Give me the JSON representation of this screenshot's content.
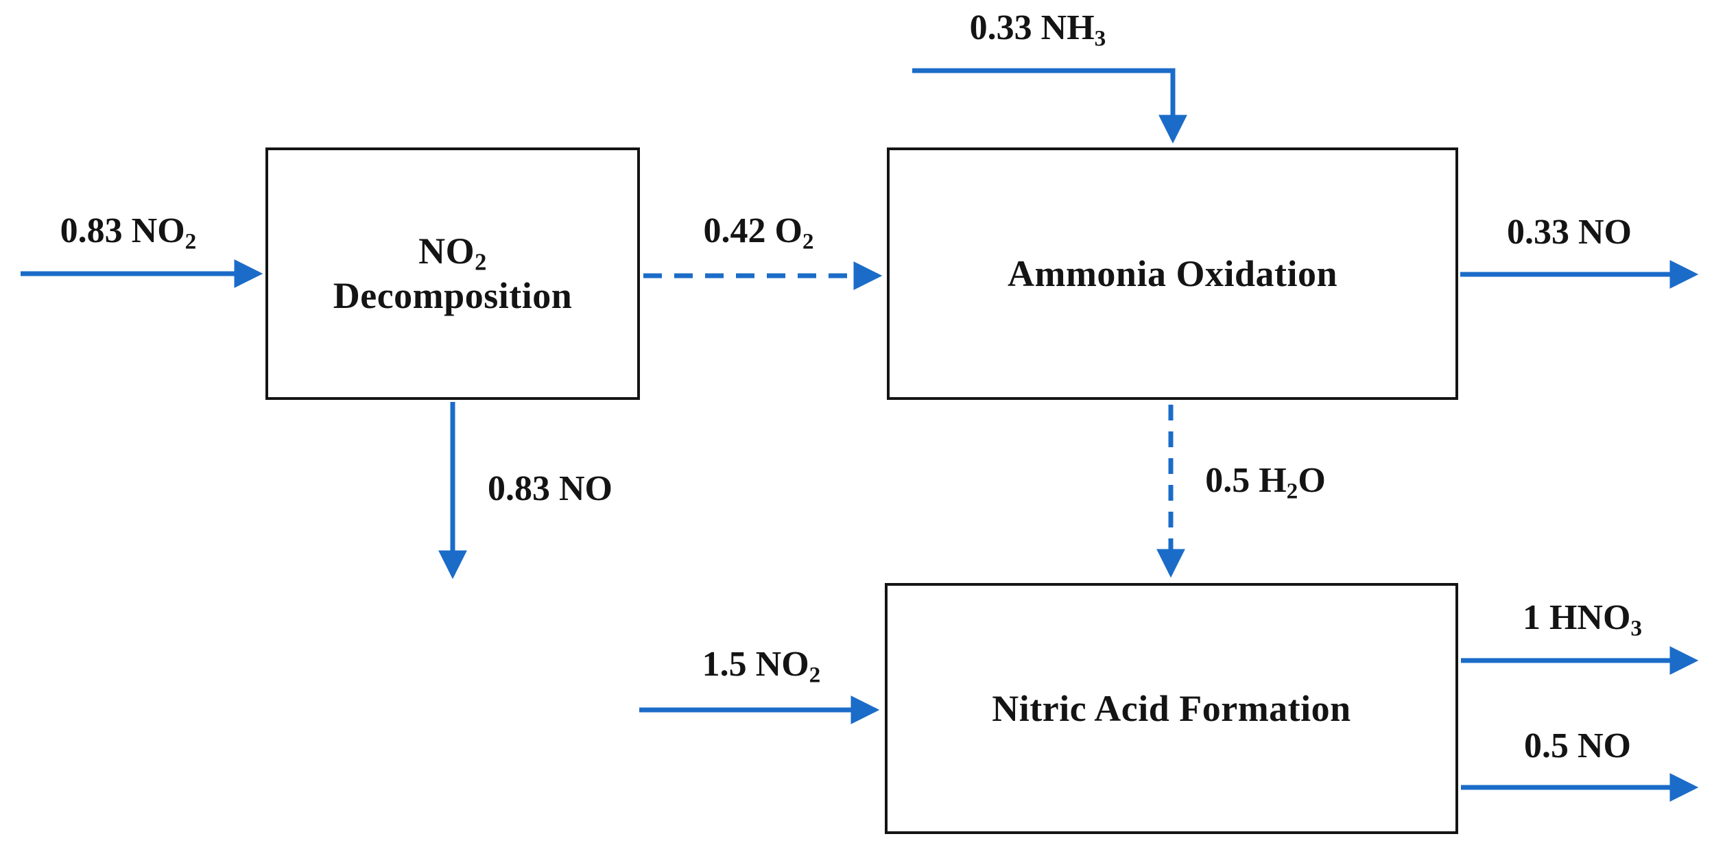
{
  "diagram": {
    "background_color": "#ffffff",
    "arrow_color": "#1b6cc8",
    "box_border_color": "#141414",
    "text_color": "#141414"
  },
  "boxes": {
    "no2_decomposition": {
      "title_pre": "NO",
      "title_sub": "2",
      "title_line2": "Decomposition"
    },
    "ammonia_oxidation": {
      "title": "Ammonia Oxidation"
    },
    "nitric_acid_formation": {
      "title": "Nitric Acid Formation"
    }
  },
  "streams": {
    "no2_feed": {
      "pre": "0.83 NO",
      "sub": "2",
      "post": "",
      "style": "solid",
      "direction": "into NO2 Decomposition (left)"
    },
    "o2_transfer": {
      "pre": "0.42 O",
      "sub": "2",
      "post": "",
      "style": "dashed",
      "direction": "NO2 Decomposition to Ammonia Oxidation"
    },
    "nh3_feed": {
      "pre": "0.33 NH",
      "sub": "3",
      "post": "",
      "style": "solid",
      "direction": "into Ammonia Oxidation (top)"
    },
    "no_product_top": {
      "pre": "0.33 NO",
      "post": "",
      "style": "solid",
      "direction": "out of Ammonia Oxidation (right)"
    },
    "no_byproduct": {
      "pre": "0.83 NO",
      "post": "",
      "style": "solid",
      "direction": "out of NO2 Decomposition (bottom)"
    },
    "h2o_transfer": {
      "pre": "0.5 H",
      "sub": "2",
      "post": "O",
      "style": "dashed",
      "direction": "Ammonia Oxidation to Nitric Acid Formation"
    },
    "no2_feed_bottom": {
      "pre": "1.5 NO",
      "sub": "2",
      "post": "",
      "style": "solid",
      "direction": "into Nitric Acid Formation (left)"
    },
    "hno3_product": {
      "pre": "1 HNO",
      "sub": "3",
      "post": "",
      "style": "solid",
      "direction": "out of Nitric Acid Formation (right, upper)"
    },
    "no_product_bottom": {
      "pre": "0.5 NO",
      "post": "",
      "style": "solid",
      "direction": "out of Nitric Acid Formation (right, lower)"
    }
  }
}
